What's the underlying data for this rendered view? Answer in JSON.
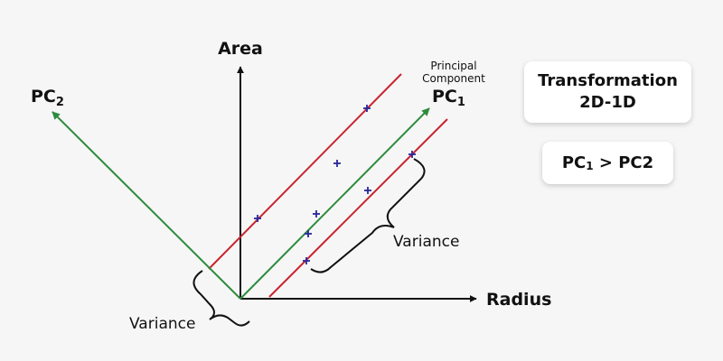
{
  "diagram": {
    "axis_y_label": "Area",
    "axis_x_label": "Radius",
    "pc1_label": "PC",
    "pc1_sub": "1",
    "pc2_label": "PC",
    "pc2_sub": "2",
    "pc1_caption_line1": "Principal",
    "pc1_caption_line2": "Component",
    "variance_right": "Variance",
    "variance_left": "Variance"
  },
  "cards": {
    "transform_line1": "Transformation",
    "transform_line2": "2D-1D",
    "compare_pc": "PC",
    "compare_sub": "1",
    "compare_rest": " > PC2"
  },
  "colors": {
    "axis": "#111111",
    "pc_arrow": "#2e8b3e",
    "bounds": "#c8242f",
    "points": "#27279a"
  }
}
